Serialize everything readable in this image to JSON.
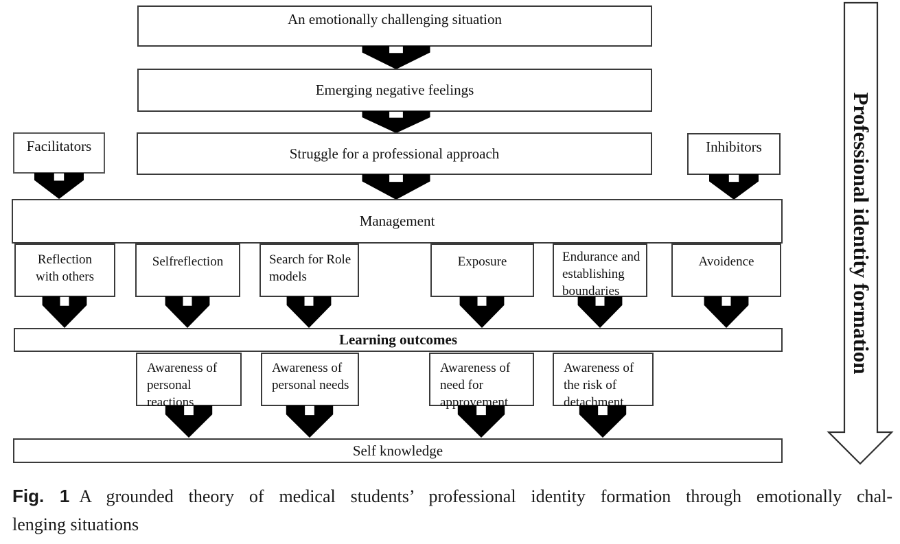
{
  "figure": {
    "background": "#ffffff",
    "ink": "#3a3a3a"
  },
  "diagram": {
    "top_flow": [
      {
        "label": "An emotionally challenging situation"
      },
      {
        "label": "Emerging negative feelings"
      },
      {
        "label": "Struggle for a professional approach"
      }
    ],
    "facilitators": "Facilitators",
    "inhibitors": "Inhibitors",
    "management": "Management",
    "strategies": [
      {
        "label": "Reflection with others",
        "lines": [
          "Reflection",
          "with others"
        ]
      },
      {
        "label": "Selfreflection",
        "lines": [
          "Selfreflection"
        ]
      },
      {
        "label": "Search for Role models",
        "lines": [
          "Search for Role",
          "models"
        ]
      },
      {
        "label": "Exposure",
        "lines": [
          "Exposure"
        ]
      },
      {
        "label": "Endurance and establishing boundaries",
        "lines": [
          "Endurance and",
          "establishing",
          "boundaries"
        ]
      },
      {
        "label": "Avoidence",
        "lines": [
          "Avoidence"
        ]
      }
    ],
    "learning_outcomes": "Learning outcomes",
    "awareness": [
      {
        "label": "Awareness of personal reactions",
        "lines": [
          "Awareness of",
          "personal",
          "reactions"
        ]
      },
      {
        "label": "Awareness of personal needs",
        "lines": [
          "Awareness of",
          "personal needs"
        ]
      },
      {
        "label": "Awareness of need for approvement",
        "lines": [
          "Awareness of",
          "need for",
          "approvement"
        ]
      },
      {
        "label": "Awareness of the risk of detachment",
        "lines": [
          "Awareness of",
          "the risk of",
          "detachment"
        ]
      }
    ],
    "self_knowledge": "Self knowledge",
    "side_arrow_label": "Professional identity formation"
  },
  "caption": {
    "fig_label": "Fig. 1",
    "line1": "A grounded theory of medical students’ professional identity formation through emotionally chal-",
    "line2": "lenging situations"
  }
}
